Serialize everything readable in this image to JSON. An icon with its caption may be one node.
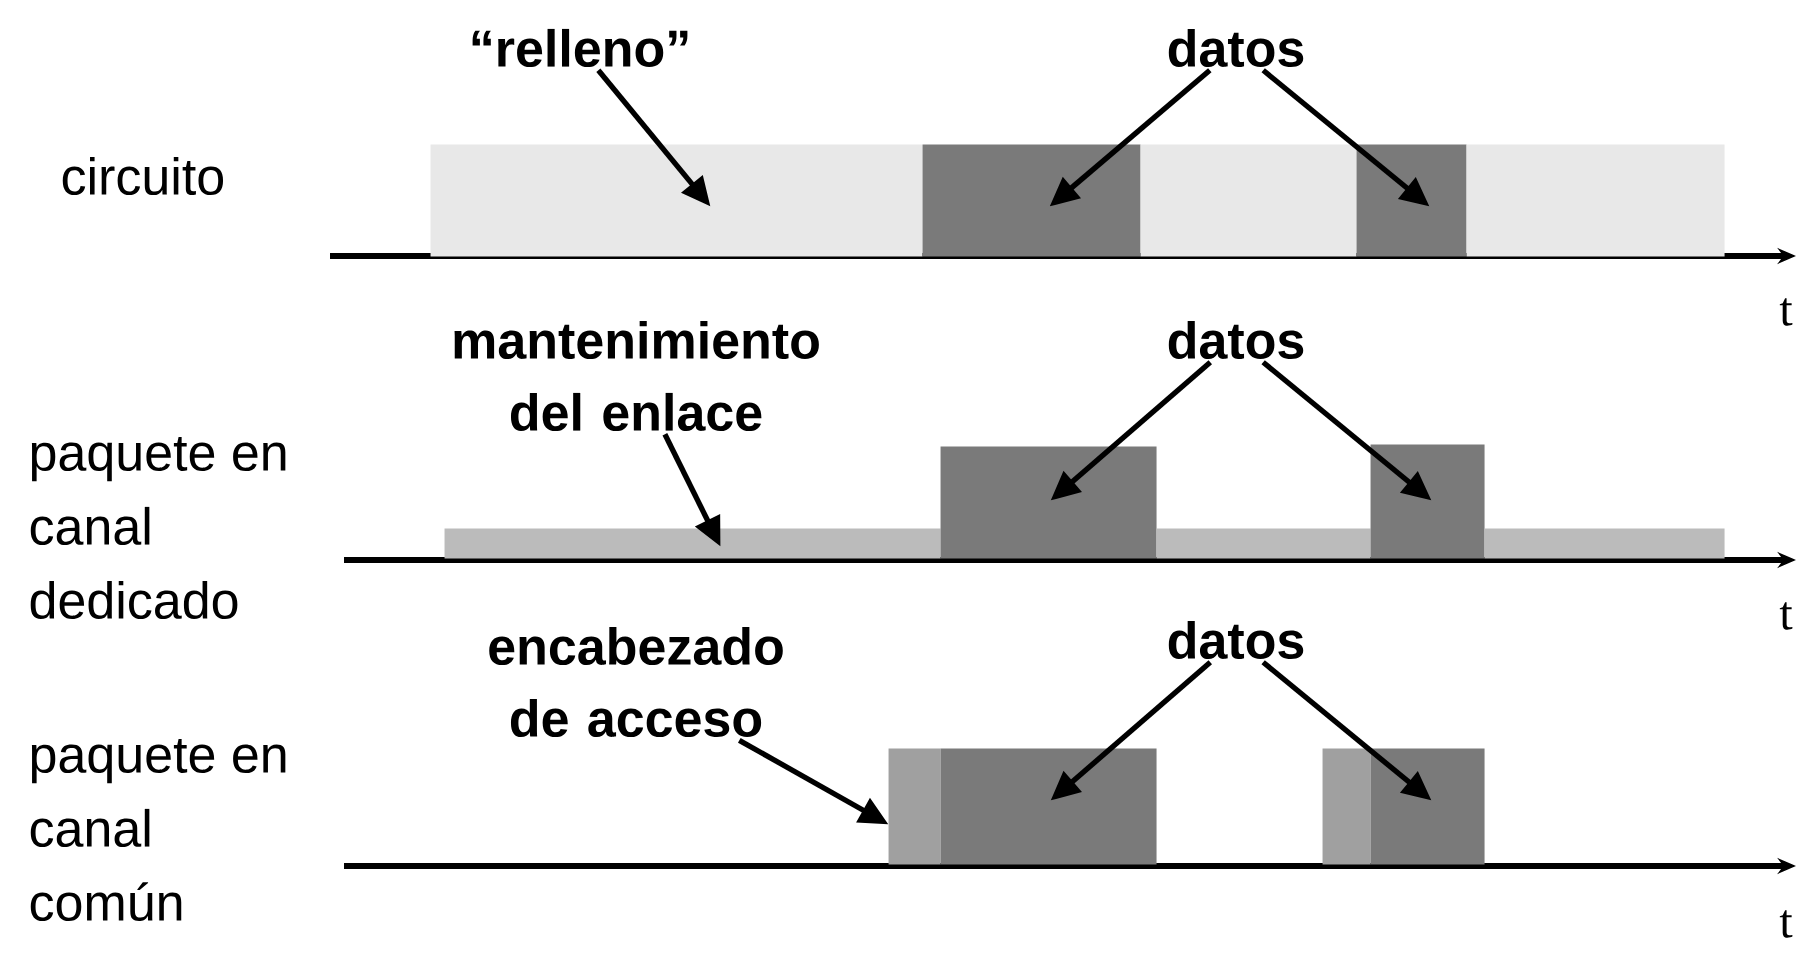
{
  "diagram": {
    "nodes": [
      {
        "text": [
          "“relleno”"
        ]
      },
      {
        "text": [
          "datos"
        ]
      },
      {
        "text": [],
        "shape": "bar"
      },
      {
        "text": [],
        "shape": "bar"
      },
      {
        "text": [],
        "shape": "bar"
      },
      {
        "text": [],
        "shape": "bar"
      },
      {
        "text": [],
        "shape": "bar"
      },
      {
        "text": [
          "mantenimiento del enlace"
        ]
      },
      {
        "text": [
          "datos"
        ]
      },
      {
        "text": [],
        "shape": "bar"
      },
      {
        "text": [],
        "shape": "bar"
      },
      {
        "text": [],
        "shape": "bar"
      },
      {
        "text": [],
        "shape": "bar"
      },
      {
        "text": [],
        "shape": "bar"
      },
      {
        "text": [
          "encabezado de acceso"
        ]
      },
      {
        "text": [
          "datos"
        ]
      },
      {
        "text": [],
        "shape": "bar"
      },
      {
        "text": [],
        "shape": "bar"
      },
      {
        "text": [],
        "shape": "bar"
      },
      {
        "text": [],
        "shape": "bar"
      }
    ],
    "edges": [
      {
        "from": 0,
        "to": 2,
        "arrow": "to"
      },
      {
        "from": 1,
        "to": 3,
        "arrow": "to"
      },
      {
        "from": 1,
        "to": 5,
        "arrow": "to"
      },
      {
        "from": 7,
        "to": 9,
        "arrow": "to"
      },
      {
        "from": 8,
        "to": 10,
        "arrow": "to"
      },
      {
        "from": 8,
        "to": 12,
        "arrow": "to"
      },
      {
        "from": 14,
        "to": 16,
        "arrow": "to"
      },
      {
        "from": 15,
        "to": 17,
        "arrow": "to"
      },
      {
        "from": 15,
        "to": 19,
        "arrow": "to"
      }
    ],
    "labels": [
      "circuito",
      "t",
      "paquete en canal dedicado",
      "t",
      "paquete en canal común",
      "t"
    ]
  }
}
